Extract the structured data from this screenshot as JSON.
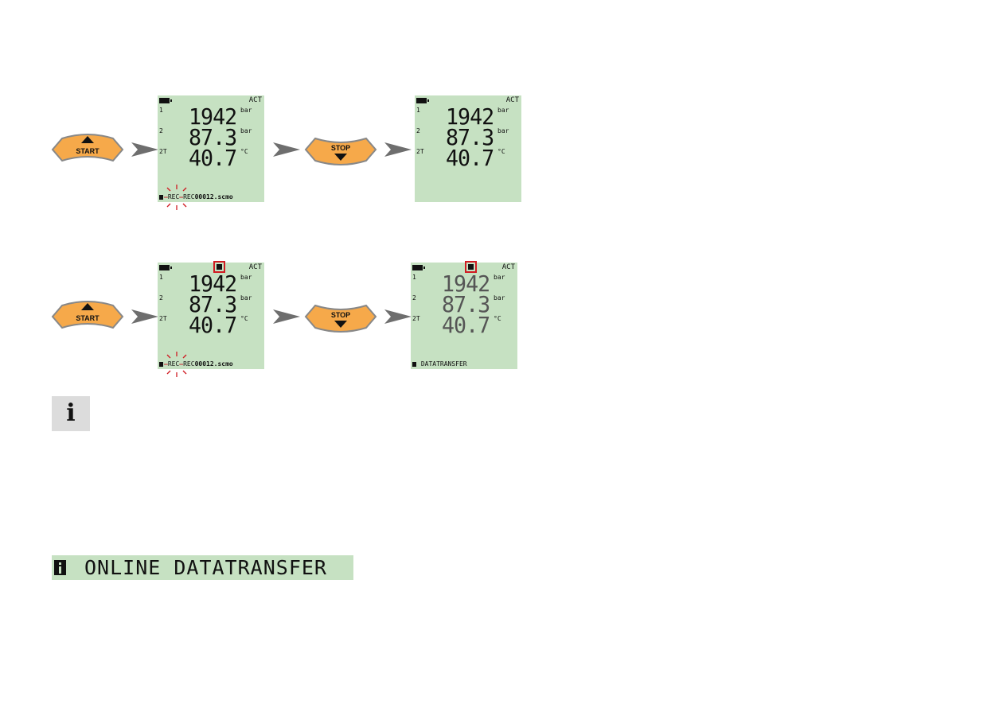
{
  "buttons": {
    "start": "START",
    "stop": "STOP"
  },
  "display": {
    "act": "ACT",
    "channels": [
      "1",
      "2",
      "2T"
    ],
    "values": [
      "1942",
      "87.3",
      "40.7"
    ],
    "units": [
      "bar",
      "bar",
      "°C"
    ],
    "status_rec": "REC",
    "status_file_prefix": "REC",
    "status_file_number": "00012",
    "status_file_ext": ".scmo",
    "status_datatransfer": "DATATRANSFER"
  },
  "info": {
    "icon": "info-icon",
    "glyph": "i"
  },
  "online": {
    "text": "ONLINE DATATRANSFER"
  },
  "colors": {
    "button": "#f6a94a",
    "lcd": "#c6e1c2",
    "highlight": "#d01b22",
    "arrow": "#6e6e6e"
  }
}
